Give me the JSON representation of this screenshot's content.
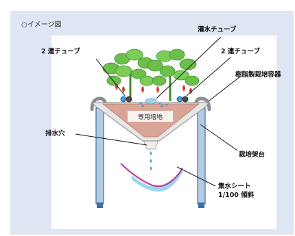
{
  "title": "○イメージ図",
  "labels": {
    "irrigation_tube": "灌水チューブ",
    "twin_tube_left": "2 連チューブ",
    "twin_tube_right": "2 連チューブ",
    "resin_container": "樹脂製栽培容器",
    "growing_medium": "専用培地",
    "drain_hole": "排水穴",
    "cultivation_stand": "栽培架台",
    "collection_sheet_line1": "集水シート",
    "collection_sheet_line2": "1/100 傾斜"
  },
  "colors": {
    "background_frame": "#dfe6f3",
    "panel": "#ffffff",
    "container_fill": "#d9a597",
    "container_stroke": "#b07a6c",
    "stand_fill": "#b5cbe3",
    "stand_stroke": "#3c6ea6",
    "leaf": "#6cbf4a",
    "leaf_dark": "#3f8e2c",
    "strawberry": "#d43b32",
    "water": "#3d9ad8",
    "sheet": "#c23c95",
    "sheet_water": "#8fd0f0"
  }
}
